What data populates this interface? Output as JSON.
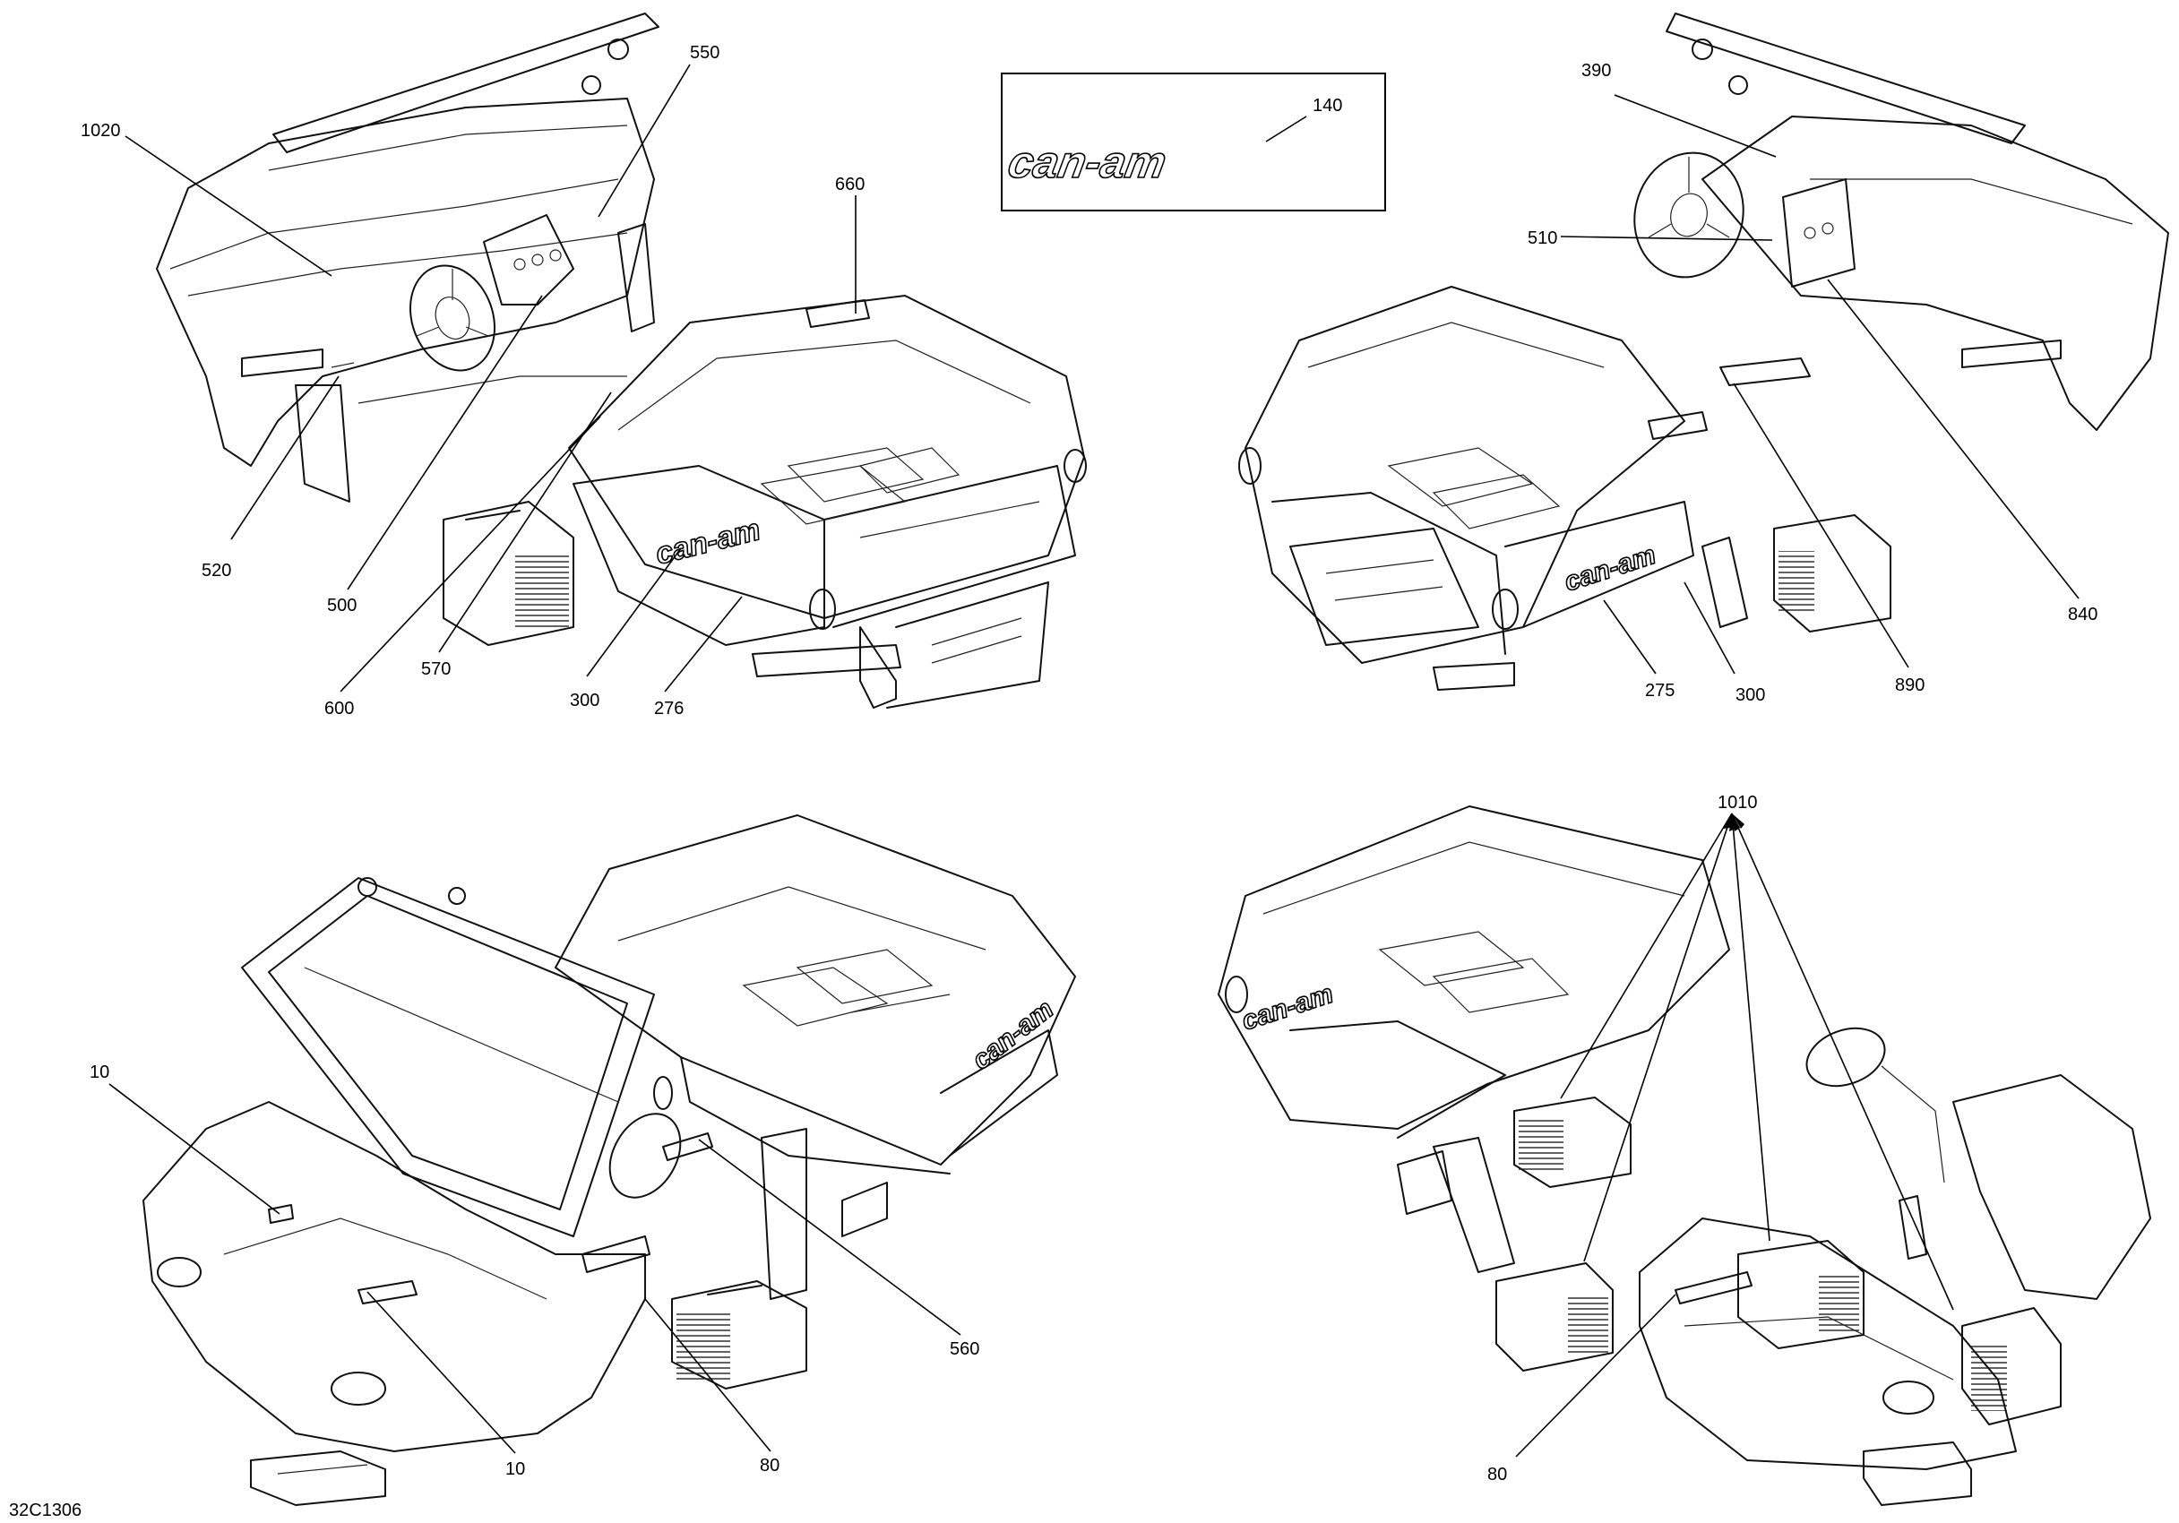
{
  "drawing_code": "32C1306",
  "logo_text": "can-am",
  "callouts": {
    "c1020": "1020",
    "c550": "550",
    "c660": "660",
    "c140": "140",
    "c520": "520",
    "c500": "500",
    "c570": "570",
    "c600": "600",
    "c300a": "300",
    "c276": "276",
    "c390": "390",
    "c510": "510",
    "c840": "840",
    "c890": "890",
    "c300b": "300",
    "c275": "275",
    "c1010": "1010",
    "c10a": "10",
    "c10b": "10",
    "c80a": "80",
    "c80b": "80",
    "c560": "560"
  }
}
